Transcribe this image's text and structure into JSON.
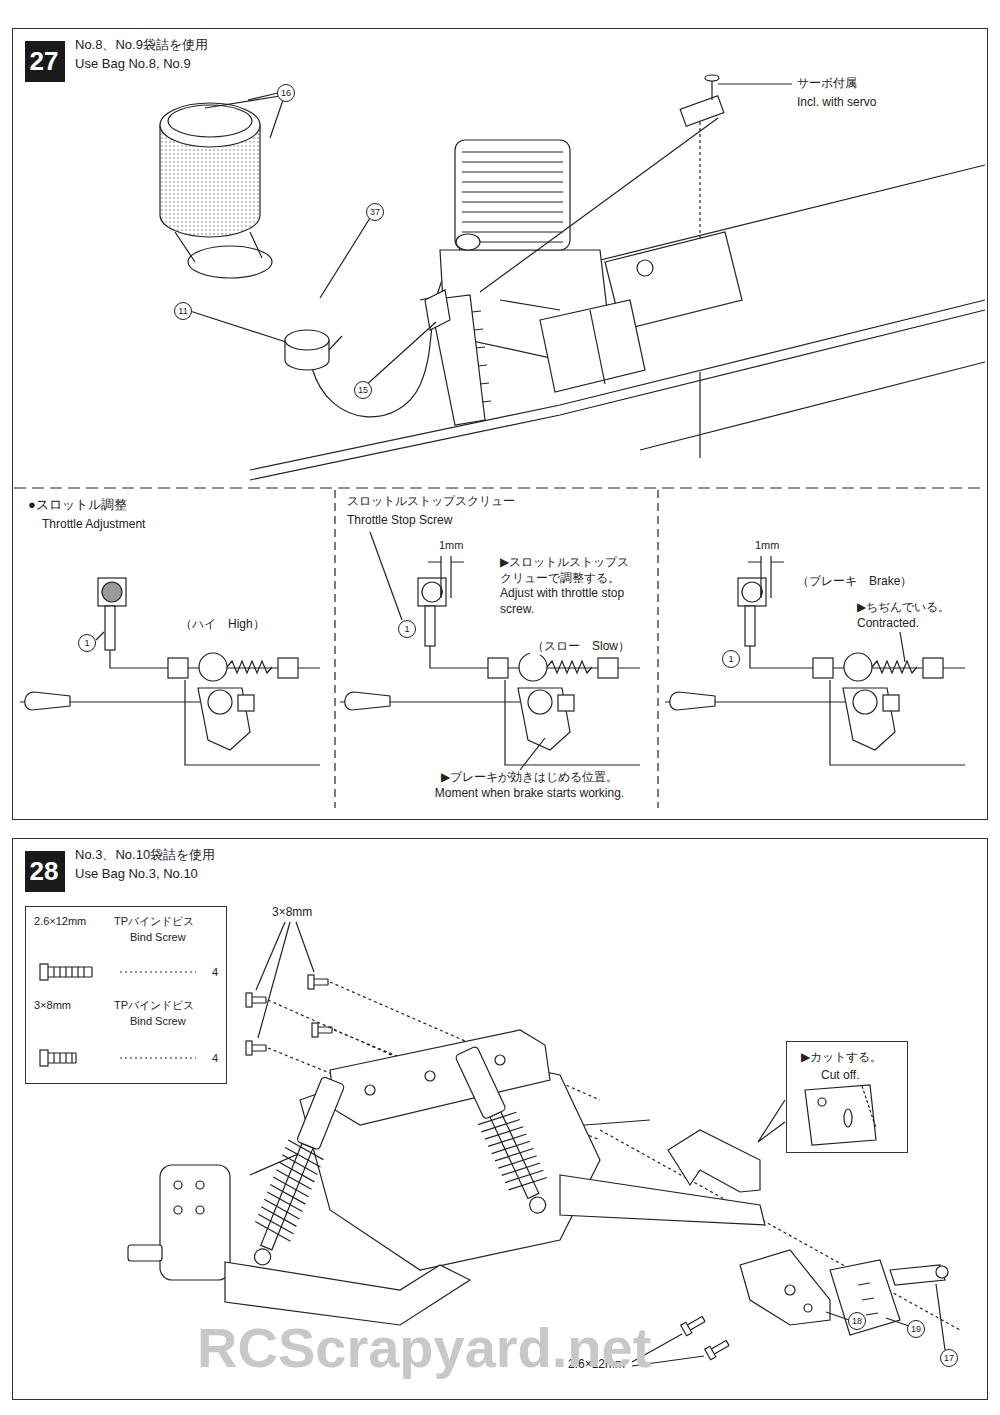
{
  "diagram": {
    "nodes": [
      {
        "text": [
          "No.8、No.9袋詰を使用",
          "Use Bag No.8, No.9"
        ]
      },
      {
        "text": [
          "27"
        ],
        "in": 0
      },
      {
        "text": [
          "No.3、No.10袋詰を使用",
          "Use Bag No.3, No.10"
        ]
      },
      {
        "text": [
          "28"
        ],
        "in": 2
      },
      {
        "text": [
          "2.6×12mm",
          "TPバインドビス",
          "Bind Screw",
          "4",
          "3×8mm",
          "TPバインドビス",
          "Bind Screw",
          "4"
        ],
        "in": 2
      },
      {
        "text": [
          "▶カットする。",
          "Cut off."
        ],
        "in": 2
      }
    ],
    "labels": [
      "サーボ付属",
      "Incl. with servo",
      "16",
      "37",
      "11",
      "15",
      "●スロットル調整",
      "Throttle Adjustment",
      "スロットルストップスクリュー",
      "Throttle Stop Screw",
      "1mm",
      "▶スロットルストップス クリューで調整する。 Adjust with throttle stop screw.",
      "1mm",
      "（ブレーキ　Brake）",
      "▶ちぢんでいる。 Contracted.",
      "（ハイ　High）",
      "1",
      "1",
      "（スロー　Slow）",
      "1",
      "▶ブレーキが効きはじめる位置。 Moment when brake starts working.",
      "3×8mm",
      "2.6×12mm",
      "18",
      "19",
      "17",
      "RCScrapyard.net"
    ]
  }
}
